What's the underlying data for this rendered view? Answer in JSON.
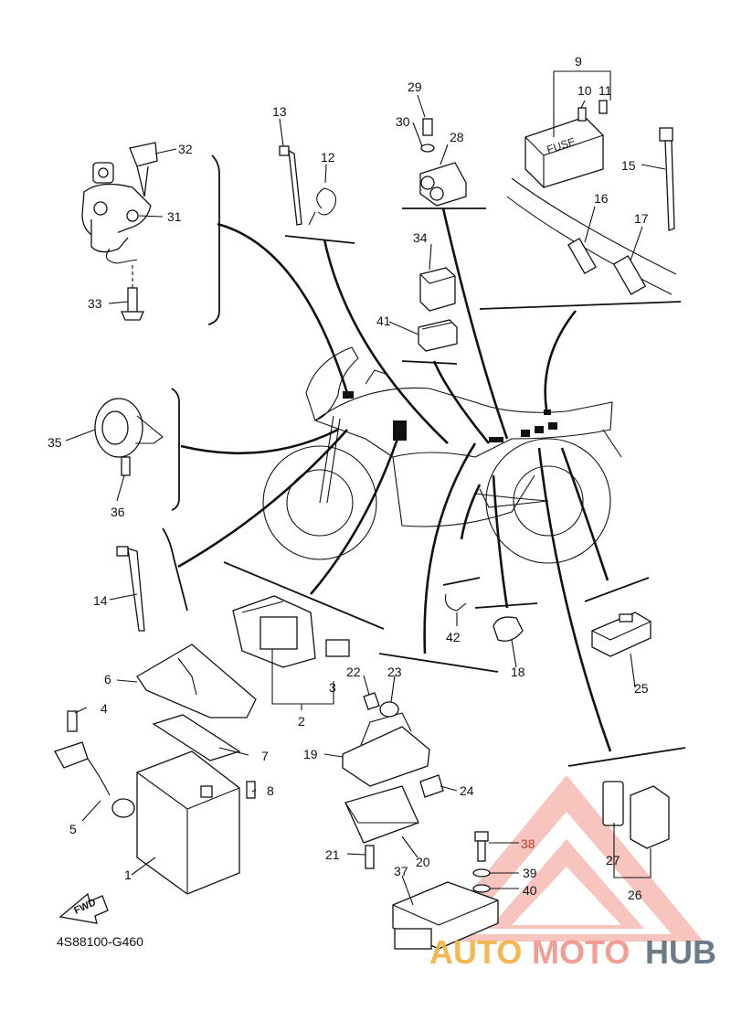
{
  "diagram_code": "4S88100-G460",
  "fwd_label": "FWD",
  "fuse_box_label": "FUSE",
  "watermark": {
    "text_parts": [
      "AUTO",
      "MOTO",
      "HUB"
    ],
    "colors": [
      "#f5b041",
      "#f1948a",
      "#5d6d7e"
    ],
    "logo_color": "#e74c3c"
  },
  "callouts": {
    "c1": "1",
    "c2": "2",
    "c3": "3",
    "c4": "4",
    "c5": "5",
    "c6": "6",
    "c7": "7",
    "c8": "8",
    "c9": "9",
    "c10": "10",
    "c11": "11",
    "c12": "12",
    "c13": "13",
    "c14": "14",
    "c15": "15",
    "c16": "16",
    "c17": "17",
    "c18": "18",
    "c19": "19",
    "c20": "20",
    "c21": "21",
    "c22": "22",
    "c23": "23",
    "c24": "24",
    "c25": "25",
    "c26": "26",
    "c27": "27",
    "c28": "28",
    "c29": "29",
    "c30": "30",
    "c31": "31",
    "c32": "32",
    "c33": "33",
    "c34": "34",
    "c35": "35",
    "c36": "36",
    "c37": "37",
    "c38": "38",
    "c39": "39",
    "c40": "40",
    "c41": "41",
    "c42": "42"
  },
  "highlighted_callouts": [
    "38",
    "39",
    "40"
  ]
}
